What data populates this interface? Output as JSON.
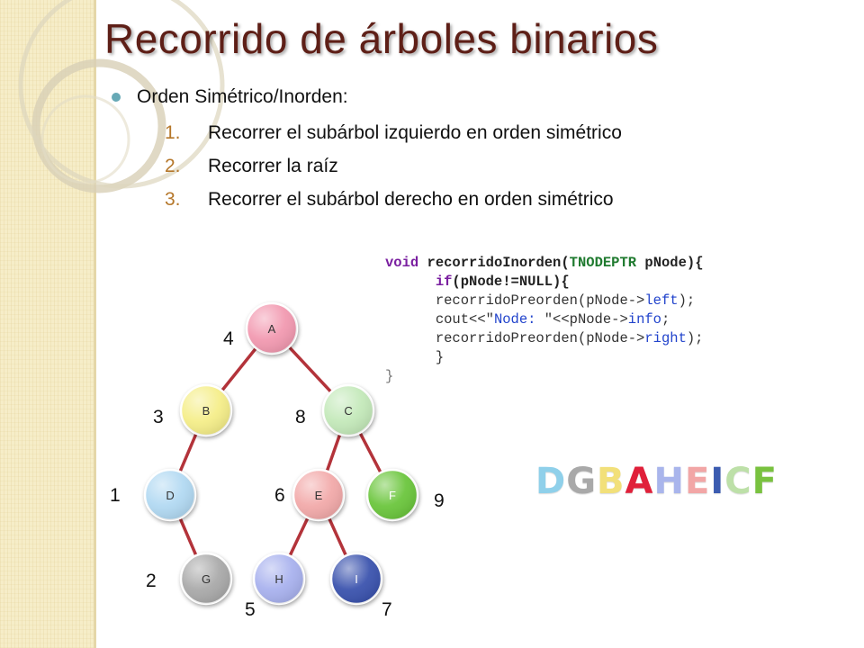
{
  "slide": {
    "title": "Recorrido de árboles binarios",
    "bullet": "Orden Simétrico/Inorden:",
    "steps": [
      {
        "num": "1.",
        "text": "Recorrer el subárbol izquierdo en orden simétrico"
      },
      {
        "num": "2.",
        "text": "Recorrer la raíz"
      },
      {
        "num": "3.",
        "text": "Recorrer el subárbol derecho en orden simétrico"
      }
    ]
  },
  "code": {
    "l1_void": "void",
    "l1_fn": "recorridoInorden(",
    "l1_type": "TNODEPTR",
    "l1_rest": " pNode){",
    "l2_if": "if",
    "l2_rest": "(pNode!=NULL){",
    "l3_call": "recorridoPreorden(pNode->",
    "l3_member": "left",
    "l3_end": ");",
    "l4_cout": "cout<<\"",
    "l4_str": "Node: ",
    "l4_mid": "\"<<pNode->",
    "l4_member": "info",
    "l4_end": ";",
    "l5_call": "recorridoPreorden(pNode->",
    "l5_member": "right",
    "l5_end": ");",
    "l6_close": "}",
    "l7_close": "}"
  },
  "tree": {
    "nodes": {
      "A": {
        "label": "A",
        "color": "#f29ab1"
      },
      "B": {
        "label": "B",
        "color": "#f5ee8a"
      },
      "C": {
        "label": "C",
        "color": "#c4e9ba"
      },
      "D": {
        "label": "D",
        "color": "#b2d9f2"
      },
      "E": {
        "label": "E",
        "color": "#f2aaaa"
      },
      "F": {
        "label": "F",
        "color": "#6cc63e"
      },
      "G": {
        "label": "G",
        "color": "#aaaaaa"
      },
      "H": {
        "label": "H",
        "color": "#a9b2ee"
      },
      "I": {
        "label": "I",
        "color": "#3c54ae"
      }
    },
    "edge_color": "#b3333a",
    "order": {
      "A": "4",
      "B": "3",
      "C": "8",
      "D": "1",
      "E": "6",
      "F": "9",
      "G": "2",
      "H": "5",
      "I": "7"
    }
  },
  "result": {
    "letters": [
      {
        "char": "D",
        "color": "#8fd0ea"
      },
      {
        "char": "G",
        "color": "#a9a9a9"
      },
      {
        "char": "B",
        "color": "#f2e07a"
      },
      {
        "char": "A",
        "color": "#e0203a"
      },
      {
        "char": "H",
        "color": "#a9b5ec"
      },
      {
        "char": "E",
        "color": "#f2a6a6"
      },
      {
        "char": "I",
        "color": "#3b5bb0"
      },
      {
        "char": "C",
        "color": "#bde0a8"
      },
      {
        "char": "F",
        "color": "#79c23f"
      }
    ]
  }
}
